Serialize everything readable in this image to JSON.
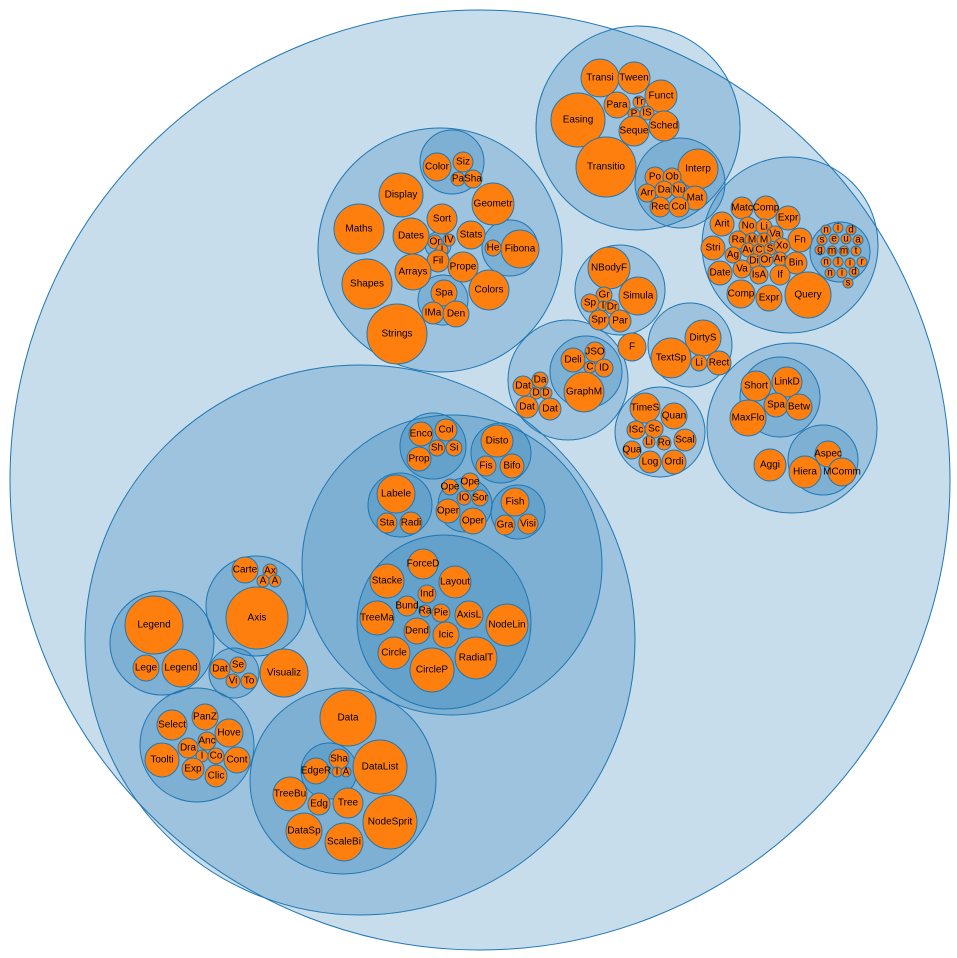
{
  "diagram": {
    "type": "circle-packing",
    "colors": {
      "group_fill": "#1f77b4",
      "leaf_fill": "#ff7f0e",
      "stroke": "#1f77b4"
    },
    "labels": {
      "flare": "Flar",
      "animate": [
        "Transi",
        "Tween",
        "Funct",
        "Para",
        "Tr",
        "P",
        "IS",
        "Easing",
        "Seque",
        "Sched",
        "Transitio",
        "Interp",
        "Po",
        "Ob",
        "Arr",
        "Da",
        "Nu",
        "Mat",
        "Rec",
        "Col"
      ],
      "util": [
        "Color",
        "Siz",
        "Pa",
        "Sha",
        "Display",
        "Geometr",
        "Maths",
        "Dates",
        "Sort",
        "Or",
        "IV",
        "I",
        "Stats",
        "He",
        "Fibona",
        "Fil",
        "Arrays",
        "Prope",
        "Shapes",
        "Spa",
        "Colors",
        "IMa",
        "Den",
        "Strings"
      ],
      "physics": [
        "NBodyF",
        "Gr",
        "Sp",
        "I",
        "Dr",
        "Simula",
        "Spr",
        "Par"
      ],
      "data": [
        "JSO",
        "Deli",
        "C",
        "ID",
        "GraphM",
        "Dat",
        "Da",
        "D",
        "D",
        "Dat",
        "Dat"
      ],
      "query": [
        "Matc",
        "Comp",
        "Arit",
        "No",
        "Li",
        "Expr",
        "Va",
        "Ra",
        "M",
        "M",
        "Fn",
        "Stri",
        "Ag",
        "Av",
        "C",
        "S",
        "Xo",
        "Di",
        "Or",
        "An",
        "Bin",
        "Date",
        "Va",
        "IsA",
        "If",
        "Comp",
        "Expr",
        "Query"
      ],
      "methods_minis": [
        "n",
        "i",
        "d",
        "s",
        "e",
        "u",
        "a",
        "g",
        "m",
        "m",
        "t",
        "n",
        "l",
        "i",
        "r"
      ],
      "display": [
        "DirtyS",
        "TextSp",
        "Li",
        "Rect"
      ],
      "scale": [
        "TimeS",
        "Quan",
        "ISc",
        "Sc",
        "Li",
        "Ro",
        "Scal",
        "Qua",
        "Log",
        "Ordi"
      ],
      "analytics": [
        "Short",
        "LinkD",
        "MaxFlo",
        "Spa",
        "Betw",
        "Aggi",
        "Aspec",
        "Hiera",
        "MComm"
      ],
      "vis_operator": [
        "Enco",
        "Col",
        "Sh",
        "Si",
        "Prop",
        "Disto",
        "Fis",
        "Bifo",
        "Labele",
        "Ope",
        "Ope",
        "IO",
        "Sor",
        "Oper",
        "Oper",
        "Sta",
        "Radi",
        "Fish",
        "Gra",
        "Visi",
        "ForceD",
        "Stacke",
        "Layout",
        "Ind",
        "Bund",
        "Ra",
        "Pie",
        "AxisL",
        "TreeMa",
        "NodeLin",
        "Dend",
        "Icic",
        "Circle",
        "RadialT",
        "CircleP"
      ],
      "vis_axis": [
        "Carte",
        "Ax",
        "A",
        "A",
        "Axis"
      ],
      "vis_legend": [
        "Legend",
        "Lege",
        "Legend"
      ],
      "vis_root": [
        "Dat",
        "Se",
        "Vi",
        "To",
        "Visualiz"
      ],
      "vis_controls": [
        "Select",
        "PanZ",
        "Anc",
        "Hove",
        "Dra",
        "I",
        "Co",
        "Toolti",
        "Cont",
        "Exp",
        "Clic"
      ],
      "vis_data": [
        "Data",
        "Sha",
        "EdgeR",
        "I",
        "A",
        "DataList",
        "TreeBu",
        "Edg",
        "Tree",
        "NodeSprit",
        "DataSp",
        "ScaleBi"
      ]
    }
  }
}
